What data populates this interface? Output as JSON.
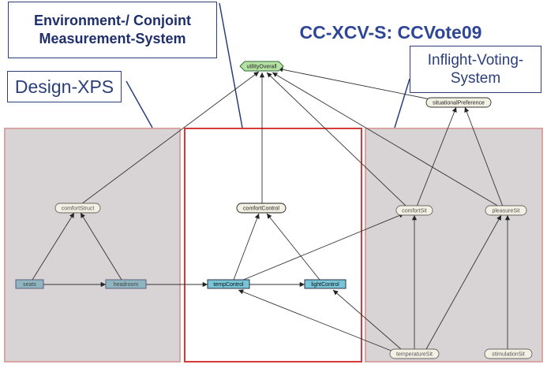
{
  "labels": {
    "env_line1": "Environment-/ Conjoint",
    "env_line2": "Measurement-System",
    "design": "Design-XPS",
    "inflight_line1": "Inflight-Voting-",
    "inflight_line2": "System",
    "title": "CC-XCV-S: CCVote09"
  },
  "nodes": {
    "utilityOverall": "utilityOverall",
    "situationalPreference": "situationalPreference",
    "comfortStruct": "comfortStruct",
    "comfortControl": "comfortControl",
    "comfortSit": "comfortSit",
    "pleasureSit": "pleasureSit",
    "seats": "seats",
    "headroom": "headroom",
    "tempControl": "tempControl",
    "lightControl": "lightControl",
    "temperatureSit": "temperatureSit",
    "stimulationSit": "stimulationSit"
  },
  "colors": {
    "hex_fill": "#b6e2a6",
    "ellipse_fill": "#f3f0e4",
    "rect_fill": "#78c5d9",
    "panel_grey": "#d8d4d6",
    "panel_red": "#d63a3a",
    "label_blue": "#2c3f7a"
  }
}
